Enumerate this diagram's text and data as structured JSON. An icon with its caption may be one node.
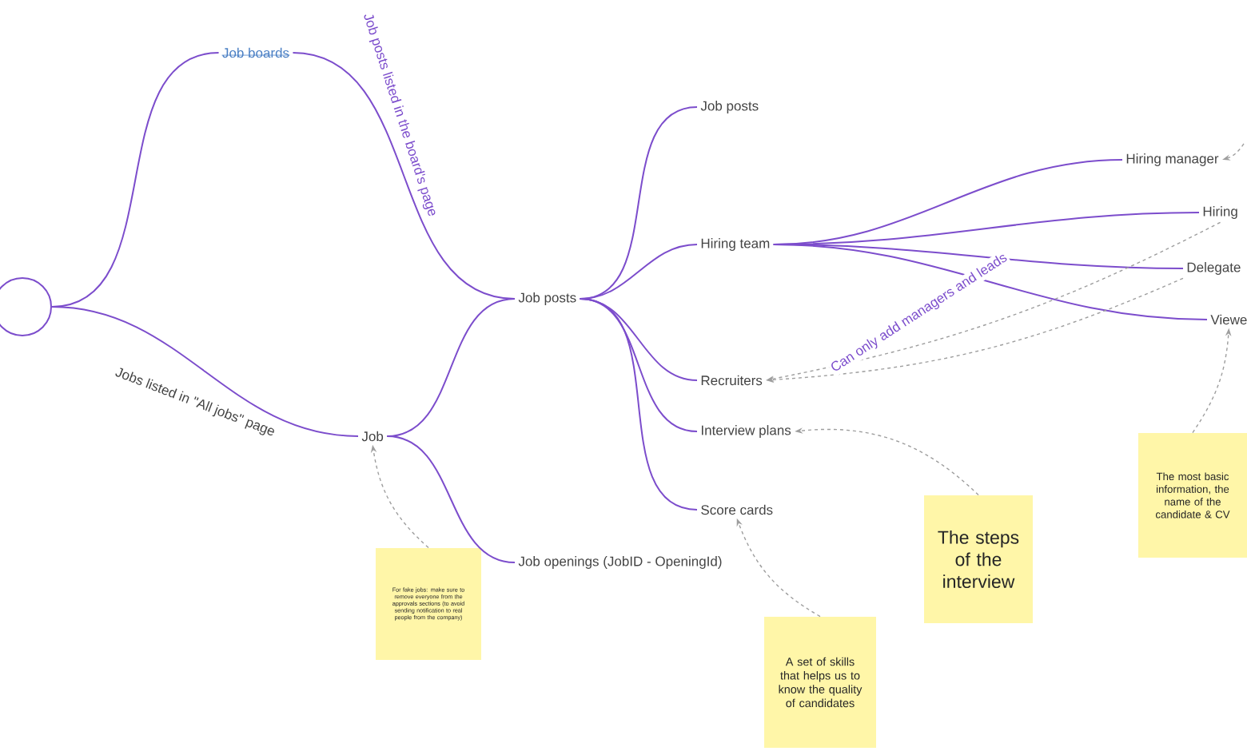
{
  "diagram": {
    "nodes": [
      {
        "text": [],
        "shape": "circle"
      },
      {
        "text": [
          "Job boards"
        ]
      },
      {
        "text": [
          "Job posts"
        ]
      },
      {
        "text": [
          "Job"
        ]
      },
      {
        "text": [
          "Job posts"
        ]
      },
      {
        "text": [
          "Hiring team"
        ]
      },
      {
        "text": [
          "Recruiters"
        ]
      },
      {
        "text": [
          "Interview plans"
        ]
      },
      {
        "text": [
          "Score cards"
        ]
      },
      {
        "text": [
          "Job openings (JobID - OpeningId)"
        ]
      },
      {
        "text": [
          "Hiring manager"
        ]
      },
      {
        "text": [
          "Hiring"
        ]
      },
      {
        "text": [
          "Delegate"
        ]
      },
      {
        "text": [
          "Viewe"
        ]
      },
      {
        "text": [
          "For fake jobs: make sure to remove everyone from the approvals sections (to avoid sending notification to real people from the company)"
        ]
      },
      {
        "text": [
          "A set of skills that helps us to know the quality of candidates"
        ]
      },
      {
        "text": [
          "The steps of the interview"
        ]
      },
      {
        "text": [
          "The most basic information, the name of the candidate & CV"
        ]
      }
    ],
    "edges": [
      {
        "from": 0,
        "to": 1,
        "arrow": "none"
      },
      {
        "from": 1,
        "to": 2,
        "arrow": "none",
        "label": "Job posts listed in the board's page"
      },
      {
        "from": 0,
        "to": 3,
        "arrow": "none",
        "label": "Jobs listed in \"All jobs\" page"
      },
      {
        "from": 3,
        "to": 2,
        "arrow": "none"
      },
      {
        "from": 3,
        "to": 9,
        "arrow": "none"
      },
      {
        "from": 2,
        "to": 4,
        "arrow": "none"
      },
      {
        "from": 2,
        "to": 5,
        "arrow": "none"
      },
      {
        "from": 2,
        "to": 6,
        "arrow": "none"
      },
      {
        "from": 2,
        "to": 7,
        "arrow": "none"
      },
      {
        "from": 2,
        "to": 8,
        "arrow": "none"
      },
      {
        "from": 5,
        "to": 10,
        "arrow": "none"
      },
      {
        "from": 5,
        "to": 11,
        "arrow": "none"
      },
      {
        "from": 5,
        "to": 12,
        "arrow": "none"
      },
      {
        "from": 5,
        "to": 13,
        "arrow": "none"
      },
      {
        "from": 11,
        "to": 6,
        "arrow": "to",
        "style": "dashed",
        "color": "#9e9e9e",
        "label": "Can only add managers and leads"
      },
      {
        "from": 12,
        "to": 6,
        "arrow": "to",
        "style": "dashed",
        "color": "#9e9e9e"
      },
      {
        "from": null,
        "to": 10,
        "arrow": "to",
        "style": "dashed",
        "color": "#9e9e9e"
      },
      {
        "from": 14,
        "to": 3,
        "arrow": "to",
        "style": "dashed",
        "color": "#9e9e9e"
      },
      {
        "from": 15,
        "to": 8,
        "arrow": "to",
        "style": "dashed",
        "color": "#9e9e9e"
      },
      {
        "from": 16,
        "to": 7,
        "arrow": "to",
        "style": "dashed",
        "color": "#9e9e9e"
      },
      {
        "from": 17,
        "to": 13,
        "arrow": "to",
        "style": "dashed",
        "color": "#9e9e9e"
      }
    ]
  }
}
